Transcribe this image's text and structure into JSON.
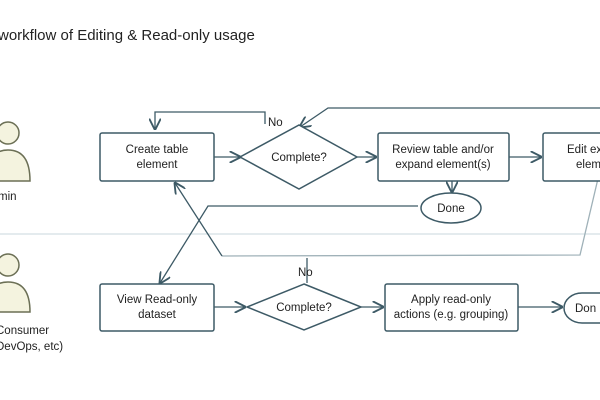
{
  "title": "workflow of Editing & Read-only usage",
  "actors": {
    "admin_label": "min",
    "consumer_label_1": "Consumer",
    "consumer_label_2": "DevOps, etc)"
  },
  "top_row": {
    "create_table_1": "Create table",
    "create_table_2": "element",
    "complete": "Complete?",
    "no_label": "No",
    "review_1": "Review table and/or",
    "review_2": "expand element(s)",
    "edit_1": "Edit ex",
    "edit_2": "elem",
    "done": "Done"
  },
  "bottom_row": {
    "no_label": "No",
    "view_1": "View Read-only",
    "view_2": "dataset",
    "complete": "Complete?",
    "apply_1": "Apply read-only",
    "apply_2": "actions (e.g. grouping)",
    "done": "Don"
  },
  "colors": {
    "stroke": "#3d5a66",
    "actor_fill": "#f4f3df",
    "lane_divider": "#c8d7dd"
  }
}
